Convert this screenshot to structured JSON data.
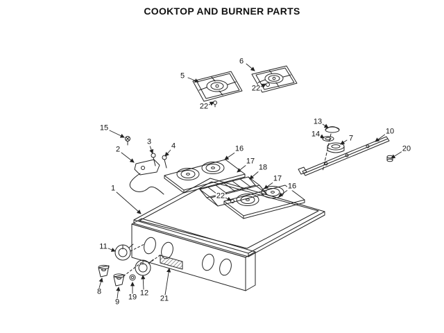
{
  "title": "COOKTOP AND BURNER PARTS",
  "colors": {
    "ink": "#222222",
    "background": "#ffffff"
  },
  "diagram": {
    "callouts": [
      {
        "label": "5"
      },
      {
        "label": "6"
      },
      {
        "label": "22"
      },
      {
        "label": "22"
      },
      {
        "label": "13"
      },
      {
        "label": "14"
      },
      {
        "label": "7"
      },
      {
        "label": "10"
      },
      {
        "label": "20"
      },
      {
        "label": "15"
      },
      {
        "label": "2"
      },
      {
        "label": "3"
      },
      {
        "label": "4"
      },
      {
        "label": "16"
      },
      {
        "label": "17"
      },
      {
        "label": "18"
      },
      {
        "label": "17"
      },
      {
        "label": "16"
      },
      {
        "label": "22"
      },
      {
        "label": "1"
      },
      {
        "label": "11"
      },
      {
        "label": "8"
      },
      {
        "label": "9"
      },
      {
        "label": "19"
      },
      {
        "label": "12"
      },
      {
        "label": "21"
      }
    ]
  }
}
